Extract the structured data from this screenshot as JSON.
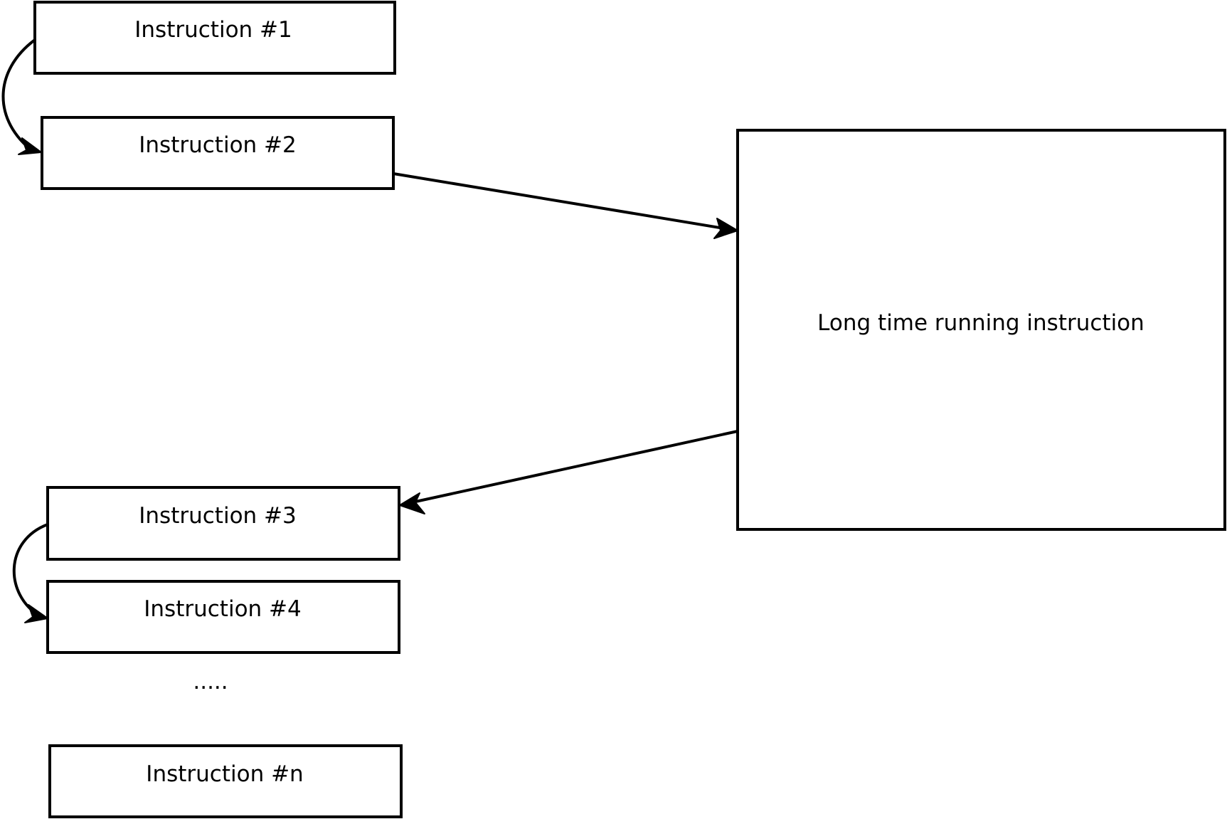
{
  "diagram": {
    "nodes": {
      "instr1": {
        "label": "Instruction #1"
      },
      "instr2": {
        "label": "Instruction #2"
      },
      "long_running": {
        "label": "Long time running instruction"
      },
      "instr3": {
        "label": "Instruction #3"
      },
      "instr4": {
        "label": "Instruction #4"
      },
      "ellipsis": {
        "label": "....."
      },
      "instrn": {
        "label": "Instruction #n"
      }
    },
    "edges": [
      {
        "from": "instr1",
        "to": "instr2"
      },
      {
        "from": "instr2",
        "to": "long_running"
      },
      {
        "from": "long_running",
        "to": "instr3"
      },
      {
        "from": "instr3",
        "to": "instr4"
      }
    ]
  }
}
